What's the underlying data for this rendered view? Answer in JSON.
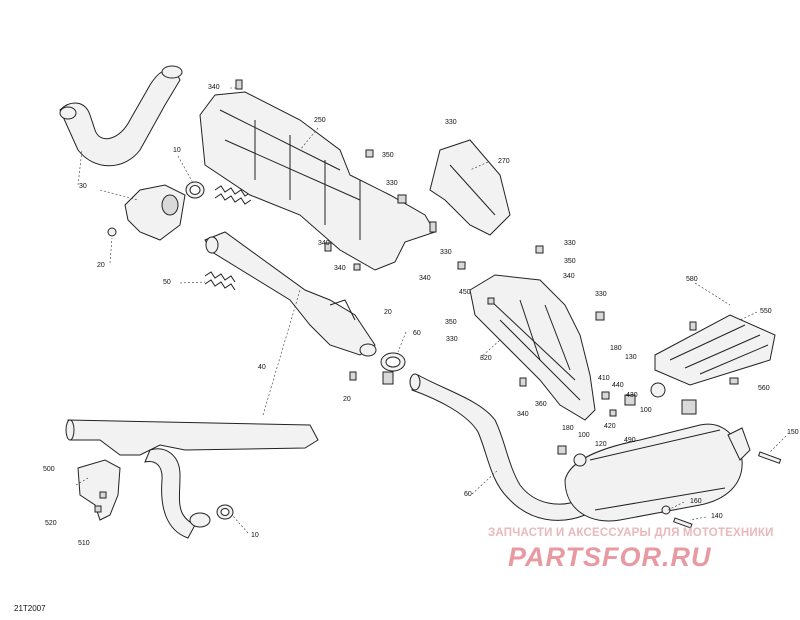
{
  "diagram": {
    "reference_code": "21T2007",
    "watermark_text": "ЗАПЧАСТИ И АКСЕССУАРЫ ДЛЯ МОТОТЕХНИКИ",
    "watermark_logo_text": "PARTSFOR.RU",
    "accent_color": "#d9122a",
    "callouts": [
      {
        "id": "c340a",
        "text": "340"
      },
      {
        "id": "c250",
        "text": "250"
      },
      {
        "id": "c10a",
        "text": "10"
      },
      {
        "id": "c30",
        "text": "30"
      },
      {
        "id": "c20a",
        "text": "20"
      },
      {
        "id": "c50",
        "text": "50"
      },
      {
        "id": "c340b",
        "text": "340"
      },
      {
        "id": "c340c",
        "text": "340"
      },
      {
        "id": "c330a",
        "text": "330"
      },
      {
        "id": "c350a",
        "text": "350"
      },
      {
        "id": "c270",
        "text": "270"
      },
      {
        "id": "c330b",
        "text": "330"
      },
      {
        "id": "c330c",
        "text": "330"
      },
      {
        "id": "c330d",
        "text": "330"
      },
      {
        "id": "c350b",
        "text": "350"
      },
      {
        "id": "c340d",
        "text": "340"
      },
      {
        "id": "c340e",
        "text": "340"
      },
      {
        "id": "c450",
        "text": "450"
      },
      {
        "id": "c350c",
        "text": "350"
      },
      {
        "id": "c330e",
        "text": "330"
      },
      {
        "id": "c330f",
        "text": "330"
      },
      {
        "id": "c320",
        "text": "320"
      },
      {
        "id": "c20b",
        "text": "20"
      },
      {
        "id": "c60a",
        "text": "60"
      },
      {
        "id": "c40",
        "text": "40"
      },
      {
        "id": "c20c",
        "text": "20"
      },
      {
        "id": "c580",
        "text": "580"
      },
      {
        "id": "c550",
        "text": "550"
      },
      {
        "id": "c180a",
        "text": "180"
      },
      {
        "id": "c130",
        "text": "130"
      },
      {
        "id": "c410",
        "text": "410"
      },
      {
        "id": "c440",
        "text": "440"
      },
      {
        "id": "c360",
        "text": "360"
      },
      {
        "id": "c340f",
        "text": "340"
      },
      {
        "id": "c430",
        "text": "430"
      },
      {
        "id": "c420",
        "text": "420"
      },
      {
        "id": "c100a",
        "text": "100"
      },
      {
        "id": "c490",
        "text": "490"
      },
      {
        "id": "c560",
        "text": "560"
      },
      {
        "id": "c180b",
        "text": "180"
      },
      {
        "id": "c100b",
        "text": "100"
      },
      {
        "id": "c120",
        "text": "120"
      },
      {
        "id": "c150",
        "text": "150"
      },
      {
        "id": "c60b",
        "text": "60"
      },
      {
        "id": "c160",
        "text": "160"
      },
      {
        "id": "c140",
        "text": "140"
      },
      {
        "id": "c500",
        "text": "500"
      },
      {
        "id": "c520",
        "text": "520"
      },
      {
        "id": "c510",
        "text": "510"
      },
      {
        "id": "c10b",
        "text": "10"
      }
    ]
  }
}
